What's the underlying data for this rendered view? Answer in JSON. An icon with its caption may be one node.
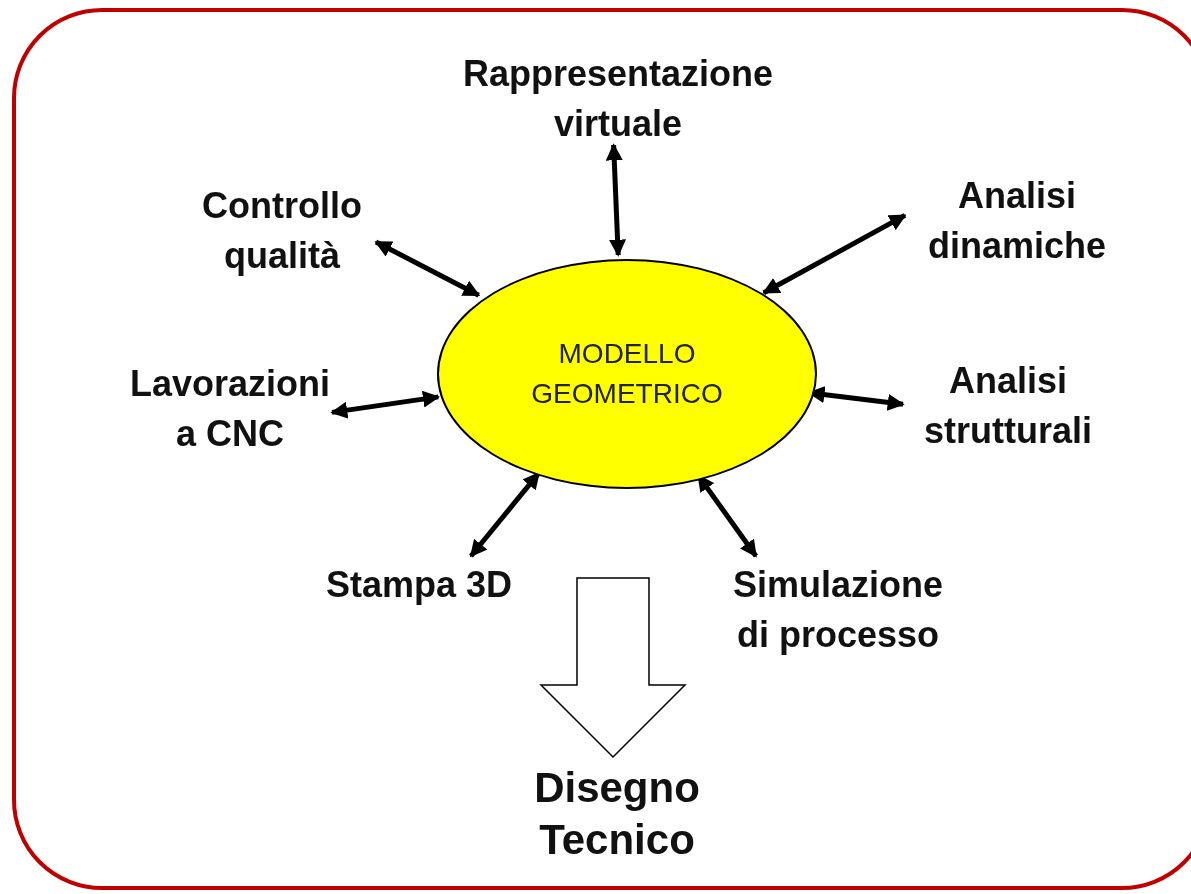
{
  "diagram": {
    "nodes": [
      {
        "text": [],
        "shape": "box"
      },
      {
        "text": [
          "Rappresentazione virtuale"
        ],
        "in": 0
      },
      {
        "text": [
          "Controllo qualità"
        ],
        "in": 0
      },
      {
        "text": [
          "Analisi dinamiche"
        ],
        "in": 0
      },
      {
        "text": [
          "MODELLO GEOMETRICO"
        ],
        "in": 0
      },
      {
        "text": [
          "Lavorazioni a CNC"
        ],
        "in": 0
      },
      {
        "text": [
          "Analisi strutturali"
        ],
        "in": 0
      },
      {
        "text": [
          "Stampa 3D"
        ],
        "in": 0
      },
      {
        "text": [
          "Simulazione di processo"
        ],
        "in": 0
      },
      {
        "text": [
          "Disegno Tecnico"
        ],
        "in": 0
      }
    ],
    "edges": [
      {
        "from": 4,
        "to": 1,
        "arrow": "both"
      },
      {
        "from": 4,
        "to": 2,
        "arrow": "both"
      },
      {
        "from": 4,
        "to": 3,
        "arrow": "both"
      },
      {
        "from": 4,
        "to": 5,
        "arrow": "both"
      },
      {
        "from": 4,
        "to": 6,
        "arrow": "both"
      },
      {
        "from": 4,
        "to": 7,
        "arrow": "both"
      },
      {
        "from": 4,
        "to": 8,
        "arrow": "both"
      },
      {
        "from": 4,
        "to": 9,
        "arrow": "to",
        "style": "thick"
      }
    ]
  }
}
